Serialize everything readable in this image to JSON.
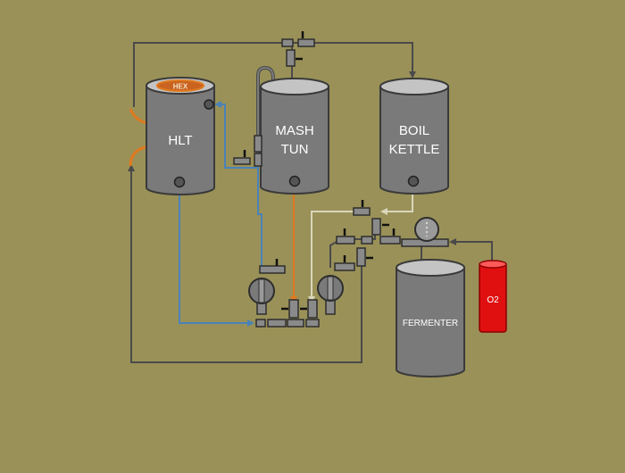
{
  "colors": {
    "background": "#9a9158",
    "vessel": "#7a7a7a",
    "vessel_top": "#c4c4c4",
    "outline": "#3a3a3a",
    "hot_line": "#e07a20",
    "water_line": "#4a82b8",
    "wort_line": "#d9d6bb",
    "plain_line": "#4a4a4a",
    "oxygen": "#e01010"
  },
  "vessels": {
    "hlt": {
      "label": "HLT",
      "hex_label": "HEX"
    },
    "mash_tun": {
      "label_line1": "MASH",
      "label_line2": "TUN"
    },
    "boil_kettle": {
      "label_line1": "BOIL",
      "label_line2": "KETTLE"
    },
    "fermenter": {
      "label": "FERMENTER"
    },
    "oxygen_tank": {
      "label": "O2"
    }
  },
  "icons": [
    "valve-icon",
    "pump-icon",
    "heat-exchanger-icon",
    "arrow-icon"
  ]
}
